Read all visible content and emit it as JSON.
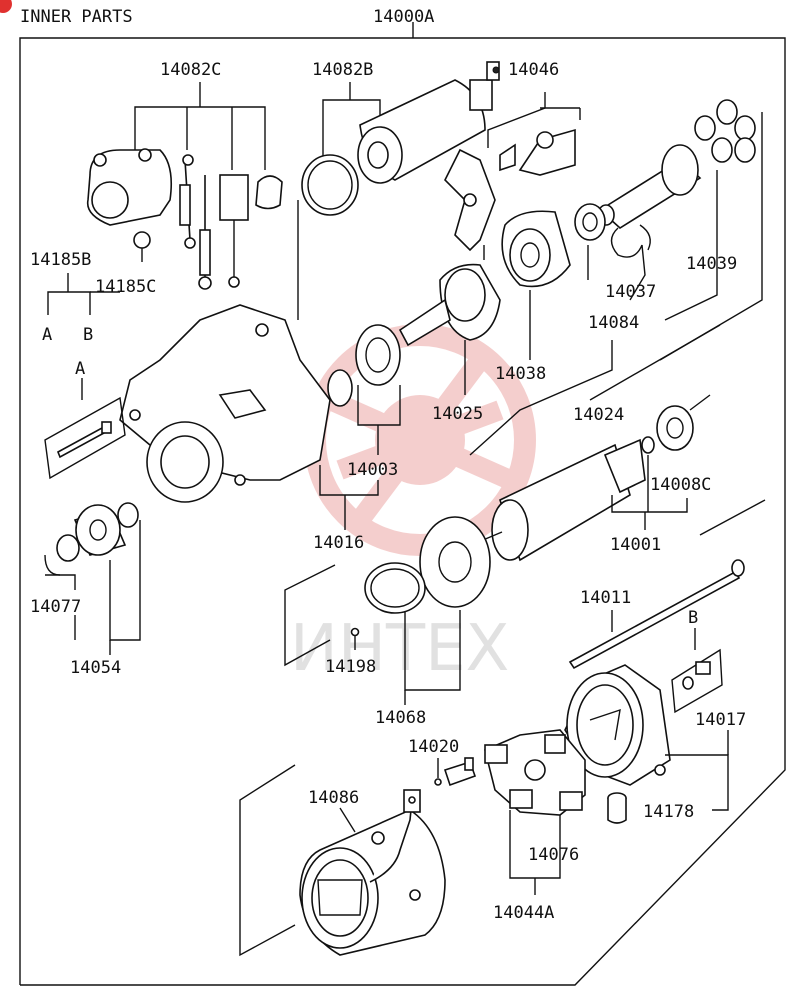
{
  "title": "INNER PARTS",
  "watermark": "ИНТЕХ",
  "labels": {
    "assembly": "14000A",
    "solenoid_hardware": "14082C",
    "solenoid_seal": "14082B",
    "lever_kit": "14046",
    "screw_kit_b": "14185B",
    "screw_kit_c": "14185C",
    "kit_letter_a": "A",
    "kit_letter_b": "B",
    "bolt_group_a": "A",
    "bolt_group_b": "B",
    "planet_gears": "14039",
    "shaft_washer": "14037",
    "ring": "14084",
    "gear_housing": "14038",
    "clutch": "14025",
    "bearing_group": "14024",
    "bearing_rear": "14008C",
    "bearing_front": "14003",
    "front_bracket": "14016",
    "armature": "14001",
    "retainer": "14077",
    "pinion": "14054",
    "through_bolt": "14011",
    "packing": "14198",
    "plate": "14068",
    "rear_bracket": "14017",
    "brush_spring": "14020",
    "bushing": "14178",
    "yoke": "14086",
    "brush_holder": "14076",
    "brush_set": "14044A"
  },
  "colors": {
    "line": "#111111",
    "watermark": "#d9534f",
    "badge": "#e0312f"
  },
  "icons": {
    "badge": "red-circle-badge",
    "watermark_logo": "red-gear-logo"
  }
}
